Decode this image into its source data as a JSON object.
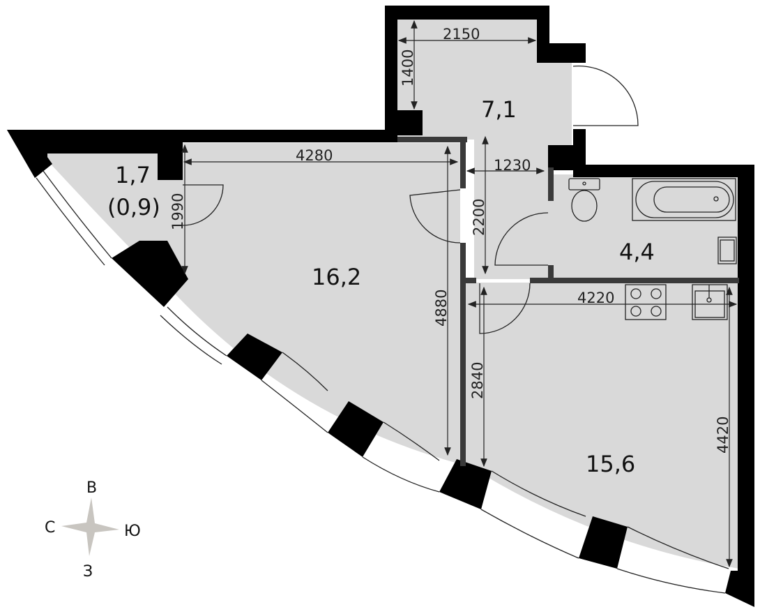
{
  "plan": {
    "colors": {
      "floor": "#d9d9d9",
      "wall": "#000000",
      "partition": "#3a3a3a",
      "line": "#222222",
      "compass": "#c8c5c0"
    },
    "rooms": [
      {
        "id": "hall",
        "area": "7,1"
      },
      {
        "id": "wardrobe",
        "area": "1,7",
        "sub_area": "(0,9)"
      },
      {
        "id": "living",
        "area": "16,2"
      },
      {
        "id": "bathroom",
        "area": "4,4"
      },
      {
        "id": "kitchen",
        "area": "15,6"
      }
    ],
    "dimensions": {
      "hall_width": "2150",
      "hall_depth": "1400",
      "corridor_width": "1230",
      "corridor_length": "2200",
      "living_width": "4280",
      "living_depth": "4880",
      "wardrobe_depth": "1990",
      "kitchen_width": "4220",
      "kitchen_depth_left": "2840",
      "kitchen_depth_right": "4420"
    },
    "compass": {
      "north": "С",
      "south": "Ю",
      "east": "В",
      "west": "З"
    }
  }
}
